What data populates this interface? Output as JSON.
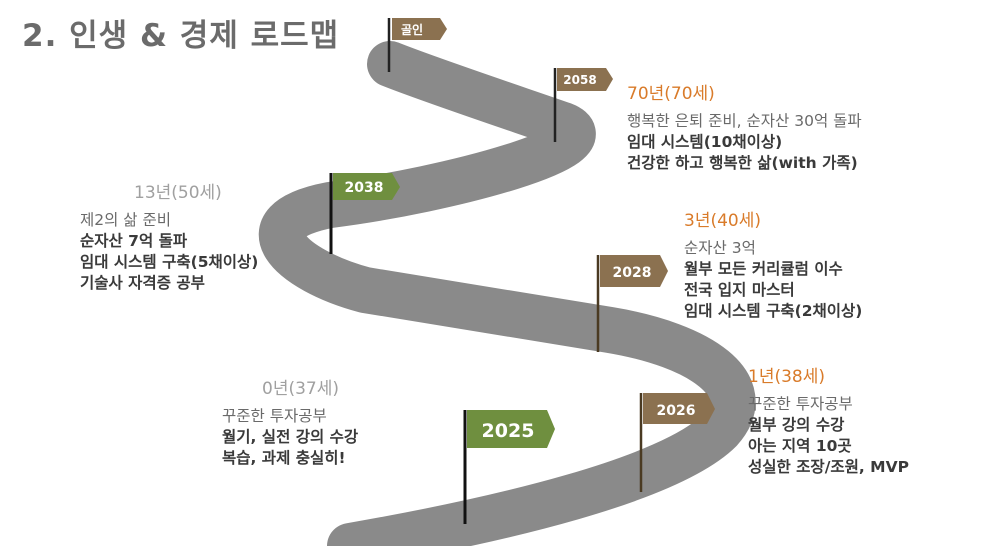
{
  "title": "2. 인생 & 경제 로드맵",
  "colors": {
    "road": "#8a8a8a",
    "flag_brown": "#8b7150",
    "flag_green": "#6f8f3f",
    "heading_orange": "#d97b2a",
    "heading_gray": "#a0a0a0"
  },
  "milestones": [
    {
      "flag": "골인"
    },
    {
      "flag": "2058",
      "heading": "70년(70세)",
      "lines": [
        "행복한 은퇴 준비, 순자산 30억 돌파",
        "임대 시스템(10채이상)",
        "건강한 하고 행복한 삶(with 가족)"
      ]
    },
    {
      "flag": "2038",
      "heading": "13년(50세)",
      "lines": [
        "제2의 삶 준비",
        "순자산 7억 돌파",
        "임대 시스템 구축(5채이상)",
        "기술사 자격증 공부"
      ]
    },
    {
      "flag": "2028",
      "heading": "3년(40세)",
      "lines": [
        "순자산 3억",
        "월부 모든 커리큘럼 이수",
        "전국 입지 마스터",
        "임대 시스템 구축(2채이상)"
      ]
    },
    {
      "flag": "2026",
      "heading": "1년(38세)",
      "lines": [
        "꾸준한 투자공부",
        "월부 강의 수강",
        "아는 지역 10곳",
        "성실한 조장/조원, MVP"
      ]
    },
    {
      "flag": "2025",
      "heading": "0년(37세)",
      "lines": [
        "꾸준한 투자공부",
        "월기, 실전 강의 수강",
        "복습, 과제 충실히!"
      ]
    }
  ]
}
